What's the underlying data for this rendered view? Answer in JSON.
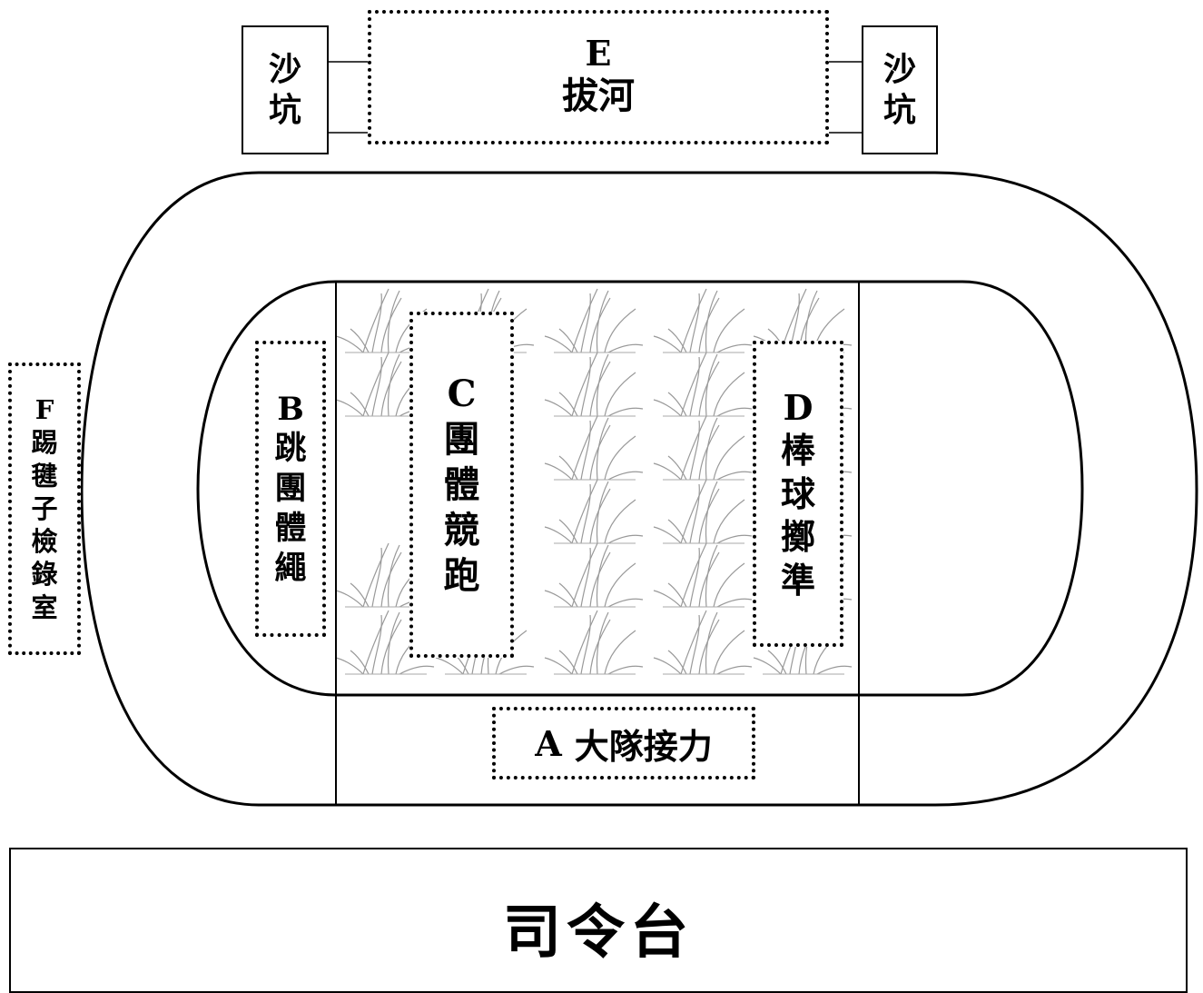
{
  "top": {
    "sandpit_left": [
      "沙",
      "坑"
    ],
    "sandpit_right": [
      "沙",
      "坑"
    ],
    "event_e": {
      "letter": "E",
      "name": "拔河"
    }
  },
  "field": {
    "event_a": {
      "letter": "A",
      "name": "大隊接力"
    },
    "event_b": [
      "B",
      "跳",
      "團",
      "體",
      "繩"
    ],
    "event_c": [
      "C",
      "團",
      "體",
      "競",
      "跑"
    ],
    "event_d": [
      "D",
      "棒",
      "球",
      "擲",
      "準"
    ],
    "event_f": [
      "F",
      "踢",
      "毽",
      "子",
      "檢",
      "錄",
      "室"
    ]
  },
  "stage": {
    "label": "司令台"
  }
}
